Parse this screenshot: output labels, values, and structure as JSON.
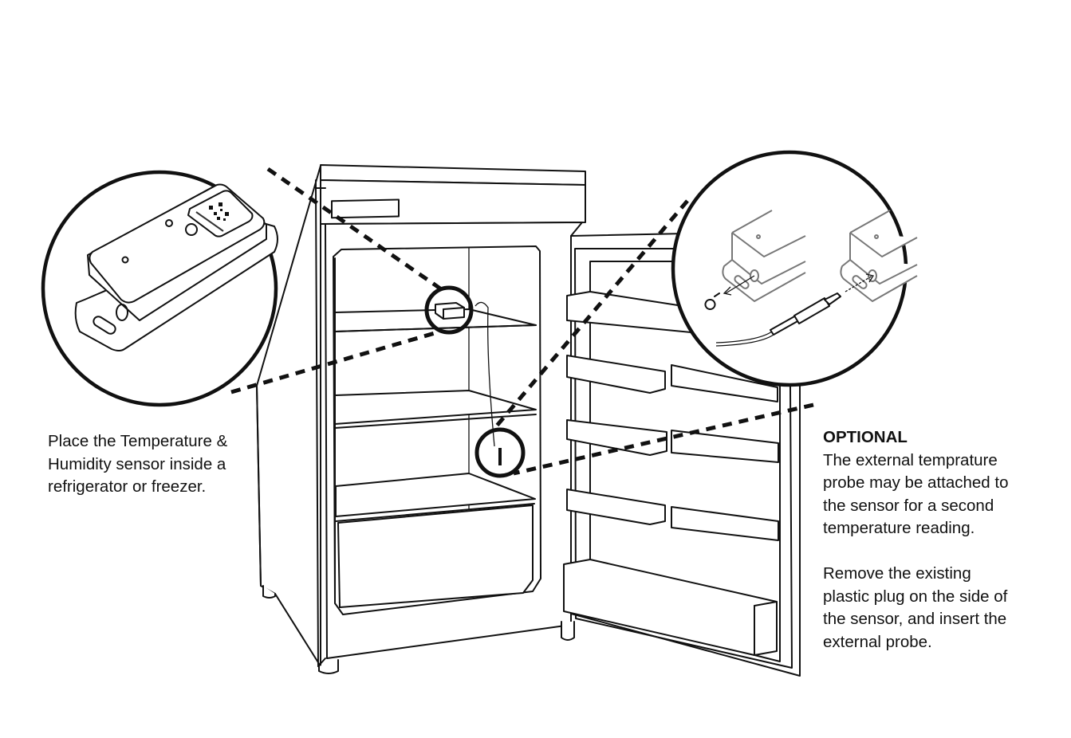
{
  "illustration": {
    "subject": "refrigerator with open door and sensor placement",
    "callouts": [
      {
        "id": "sensor-closeup",
        "depicts": "Temperature & Humidity sensor with QR label"
      },
      {
        "id": "probe-closeup",
        "depicts": "Removing plug and inserting external probe"
      }
    ]
  },
  "left_caption": {
    "lines": [
      "Place the Temperature &",
      "Humidity sensor inside a",
      "refrigerator or freezer."
    ]
  },
  "right_caption": {
    "heading": "OPTIONAL",
    "paragraph1": [
      "The external temprature",
      "probe may be attached to",
      "the sensor for a second",
      "temperature reading."
    ],
    "paragraph2": [
      "Remove the existing",
      "plastic plug on the side of",
      "the sensor, and insert the",
      "external probe."
    ]
  }
}
